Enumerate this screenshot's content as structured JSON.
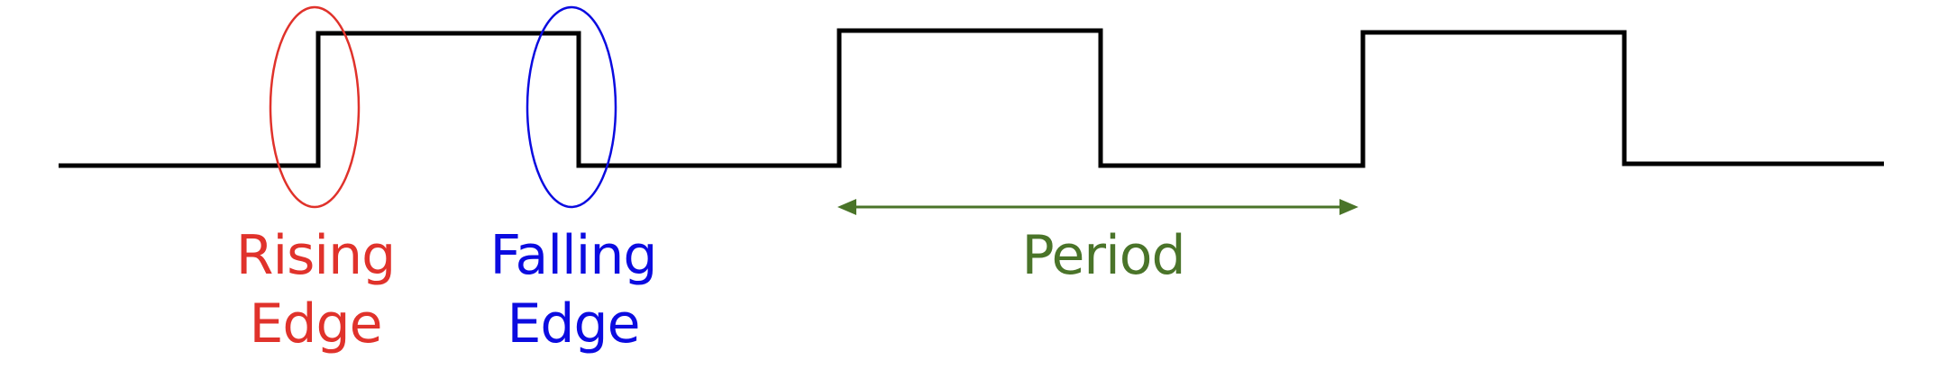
{
  "labels": {
    "rising": [
      "Rising",
      "Edge"
    ],
    "falling": [
      "Falling",
      "Edge"
    ],
    "period": "Period"
  },
  "colors": {
    "signal": "#000000",
    "rising": "#e0322b",
    "falling": "#0b0be0",
    "period": "#4a7429"
  }
}
